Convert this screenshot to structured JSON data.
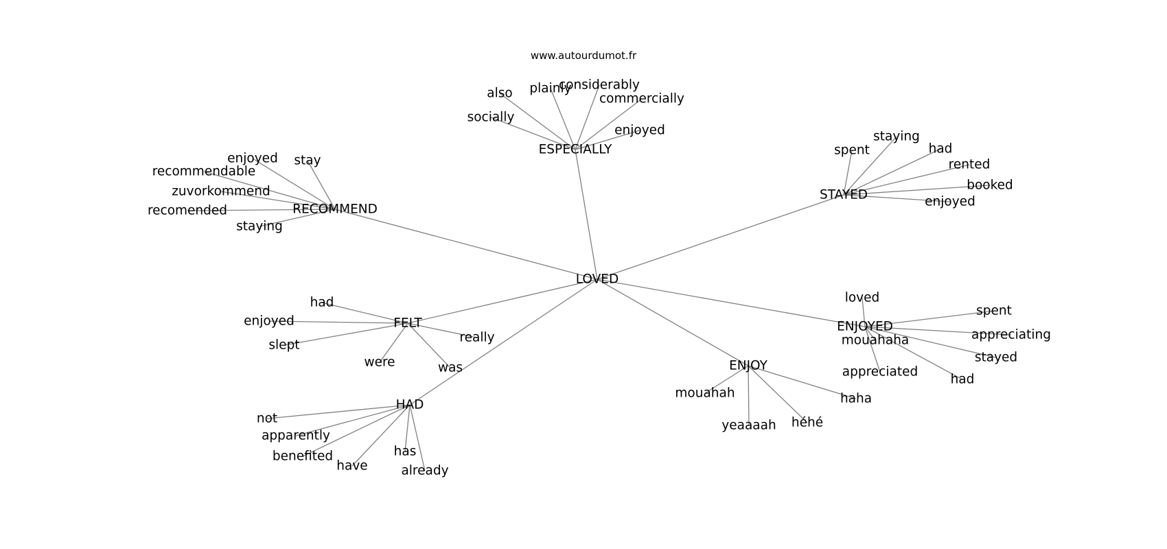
{
  "source": "www.autourdumot.fr",
  "style": {
    "edge_color": "#808080",
    "label_color": "#000000",
    "background": "#ffffff"
  },
  "root": "LOVED",
  "clusters": [
    {
      "label": "ESPECIALLY",
      "leaves": [
        "also",
        "plainly",
        "considerably",
        "commercially",
        "socially",
        "enjoyed"
      ]
    },
    {
      "label": "RECOMMEND",
      "leaves": [
        "enjoyed",
        "stay",
        "recommendable",
        "zuvorkommend",
        "recomended",
        "staying"
      ]
    },
    {
      "label": "STAYED",
      "leaves": [
        "spent",
        "staying",
        "had",
        "rented",
        "booked",
        "enjoyed"
      ]
    },
    {
      "label": "FELT",
      "leaves": [
        "had",
        "enjoyed",
        "slept",
        "really",
        "were",
        "was"
      ]
    },
    {
      "label": "HAD",
      "leaves": [
        "not",
        "apparently",
        "benefited",
        "have",
        "has",
        "already"
      ]
    },
    {
      "label": "ENJOYED",
      "leaves": [
        "loved",
        "spent",
        "appreciating",
        "mouahaha",
        "stayed",
        "appreciated",
        "had"
      ]
    },
    {
      "label": "ENJOY",
      "leaves": [
        "mouahah",
        "yeaaaah",
        "héhé",
        "haha"
      ]
    }
  ]
}
